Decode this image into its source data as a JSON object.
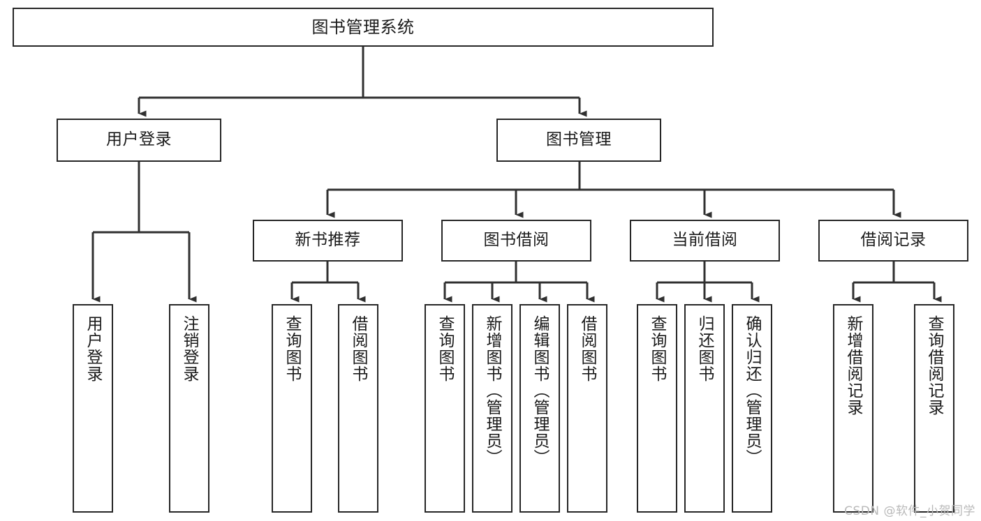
{
  "diagram": {
    "type": "tree-hierarchy",
    "title": "图书管理系统",
    "watermark": "CSDN @软件_小贺同学",
    "colors": {
      "stroke": "#262626",
      "fill": "#ffffff",
      "text": "#1a1a1a",
      "watermark": "#b9b9b9"
    },
    "nodes": {
      "root": {
        "label": "图书管理系统"
      },
      "level2": [
        {
          "id": "user-login",
          "label": "用户登录"
        },
        {
          "id": "book-management",
          "label": "图书管理"
        }
      ],
      "level3": [
        {
          "id": "new-book-recommend",
          "label": "新书推荐"
        },
        {
          "id": "book-borrow",
          "label": "图书借阅"
        },
        {
          "id": "current-borrow",
          "label": "当前借阅"
        },
        {
          "id": "borrow-record",
          "label": "借阅记录"
        }
      ],
      "leaves": {
        "user_login": [
          {
            "id": "leaf-user-login",
            "label": "用户登录"
          },
          {
            "id": "leaf-logout-login",
            "label": "注销登录"
          }
        ],
        "new_book_recommend": [
          {
            "id": "leaf-query-book-1",
            "label": "查询图书"
          },
          {
            "id": "leaf-borrow-book-1",
            "label": "借阅图书"
          }
        ],
        "book_borrow": [
          {
            "id": "leaf-query-book-2",
            "label": "查询图书"
          },
          {
            "id": "leaf-add-book",
            "label": "新增图书（管理员）"
          },
          {
            "id": "leaf-edit-book",
            "label": "编辑图书（管理员）"
          },
          {
            "id": "leaf-borrow-book-2",
            "label": "借阅图书"
          }
        ],
        "current_borrow": [
          {
            "id": "leaf-query-book-3",
            "label": "查询图书"
          },
          {
            "id": "leaf-return-book",
            "label": "归还图书"
          },
          {
            "id": "leaf-confirm-return",
            "label": "确认归还（管理员）"
          }
        ],
        "borrow_record": [
          {
            "id": "leaf-add-record",
            "label": "新增借阅记录"
          },
          {
            "id": "leaf-query-record",
            "label": "查询借阅记录"
          }
        ]
      }
    }
  }
}
